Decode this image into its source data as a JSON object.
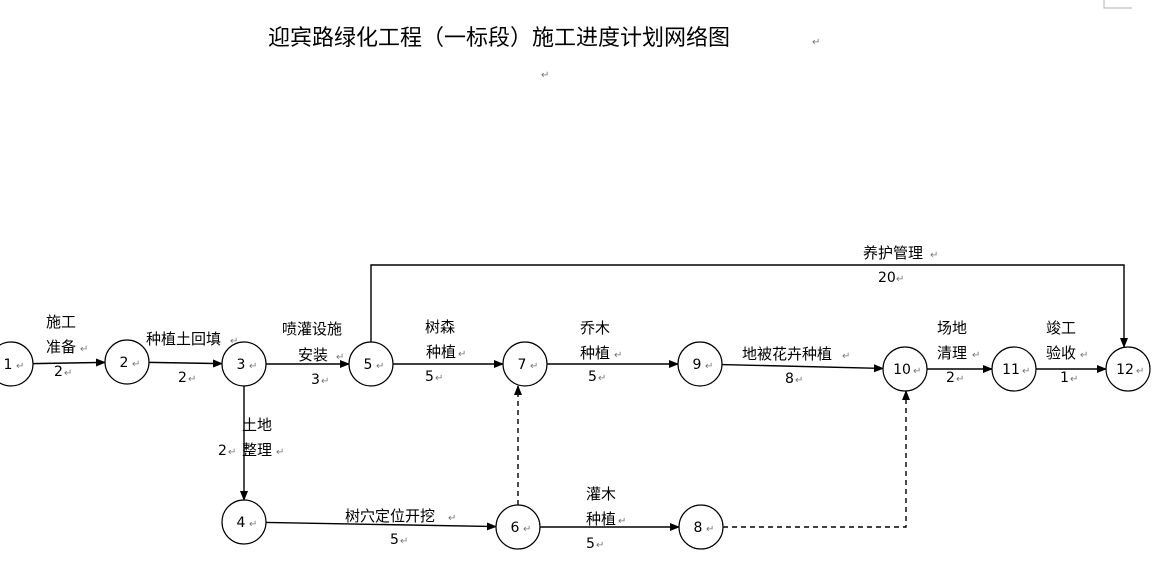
{
  "page": {
    "title": "迎宾路绿化工程（一标段）施工进度计划网络图",
    "marker": "↵"
  },
  "nodes": [
    "1",
    "2",
    "3",
    "4",
    "5",
    "6",
    "7",
    "8",
    "9",
    "10",
    "11",
    "12"
  ],
  "activities": [
    {
      "from": "1",
      "to": "2",
      "label": [
        "施工",
        "准备"
      ],
      "duration": "2",
      "style": "solid"
    },
    {
      "from": "2",
      "to": "3",
      "label": [
        "种植土回填"
      ],
      "duration": "2",
      "style": "solid"
    },
    {
      "from": "3",
      "to": "5",
      "label": [
        "喷灌设施",
        "安装"
      ],
      "duration": "3",
      "style": "solid"
    },
    {
      "from": "3",
      "to": "4",
      "label": [
        "土地",
        "整理"
      ],
      "duration": "2",
      "style": "solid"
    },
    {
      "from": "5",
      "to": "7",
      "label": [
        "树森",
        "种植"
      ],
      "duration": "5",
      "style": "solid"
    },
    {
      "from": "5",
      "to": "12",
      "label": [
        "养护管理"
      ],
      "duration": "20",
      "style": "solid"
    },
    {
      "from": "4",
      "to": "6",
      "label": [
        "树穴定位开挖"
      ],
      "duration": "5",
      "style": "solid"
    },
    {
      "from": "6",
      "to": "7",
      "label": [],
      "duration": "",
      "style": "dashed"
    },
    {
      "from": "7",
      "to": "9",
      "label": [
        "乔木",
        "种植"
      ],
      "duration": "5",
      "style": "solid"
    },
    {
      "from": "6",
      "to": "8",
      "label": [
        "灌木",
        "种植"
      ],
      "duration": "5",
      "style": "solid"
    },
    {
      "from": "9",
      "to": "10",
      "label": [
        "地被花卉种植"
      ],
      "duration": "8",
      "style": "solid"
    },
    {
      "from": "8",
      "to": "10",
      "label": [],
      "duration": "",
      "style": "dashed"
    },
    {
      "from": "10",
      "to": "11",
      "label": [
        "场地",
        "清理"
      ],
      "duration": "2",
      "style": "solid"
    },
    {
      "from": "11",
      "to": "12",
      "label": [
        "竣工",
        "验收"
      ],
      "duration": "1",
      "style": "solid"
    }
  ]
}
